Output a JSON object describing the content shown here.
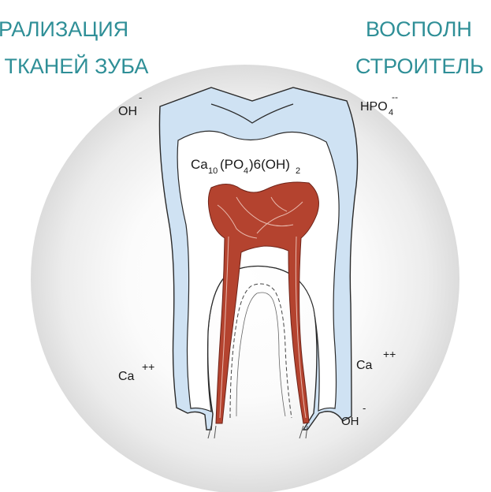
{
  "header": {
    "left_line1": "ЕРАЛИЗАЦИЯ",
    "left_line2": "Х ТКАНЕЙ ЗУБА",
    "right_line1": "ВОСПОЛН",
    "right_line2": "СТРОИТЕЛЬ"
  },
  "diagram": {
    "labels": {
      "oh_top": "OH",
      "oh_top_charge": "-",
      "hpo4_base": "HPO",
      "hpo4_sub": "4",
      "hpo4_charge": "--",
      "formula_ca": "Ca",
      "formula_ca_sub": "10",
      "formula_po4": "(PO",
      "formula_po4_sub": "4",
      "formula_rest": ")6(OH)",
      "formula_rest_sub": "2",
      "ca_left": "Ca",
      "ca_left_charge": "++",
      "ca_right": "Ca",
      "ca_right_charge": "++",
      "oh_bottom": "OH",
      "oh_bottom_charge": "-"
    },
    "colors": {
      "header_text": "#2f8f97",
      "enamel": "#cfe2f3",
      "pulp": "#b4432f",
      "background_circle": "#e9e9e9",
      "outline": "#2a2a2a"
    }
  }
}
